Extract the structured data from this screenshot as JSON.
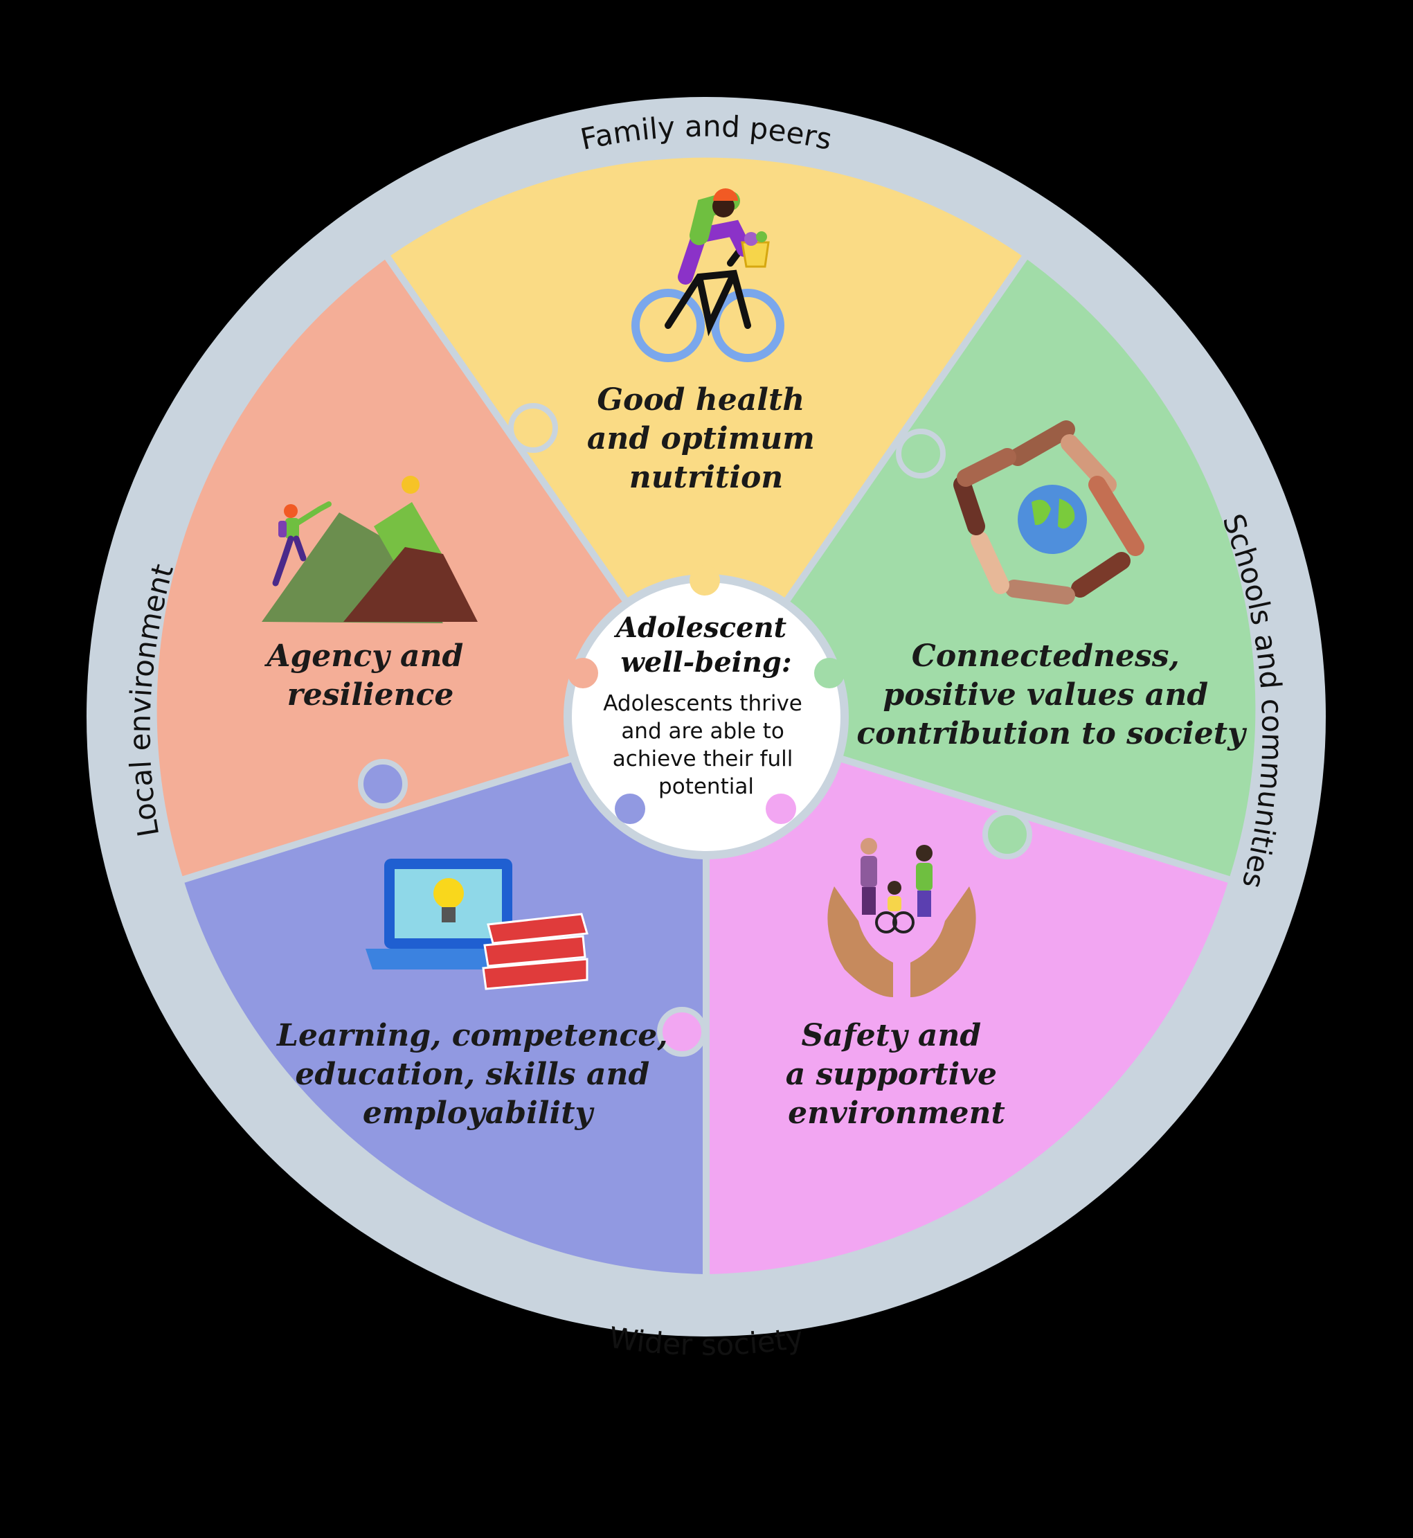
{
  "diagram": {
    "ring_labels": {
      "top": "Family and peers",
      "right": "Schools and communities",
      "bottom": "Wider society",
      "left": "Local environment"
    },
    "segments": [
      {
        "id": "health",
        "lines": [
          "Good health",
          "and optimum",
          "nutrition"
        ],
        "color": "#fadb85",
        "icon": "cyclist-icon"
      },
      {
        "id": "connectedness",
        "lines": [
          "Connectedness,",
          "positive values and",
          "contribution to society"
        ],
        "color": "#a1dca8",
        "icon": "joined-hands-globe-icon"
      },
      {
        "id": "safety",
        "lines": [
          "Safety and",
          "a supportive",
          "environment"
        ],
        "color": "#f2a6f2",
        "icon": "caring-hands-people-icon"
      },
      {
        "id": "learning",
        "lines": [
          "Learning, competence,",
          "education, skills and",
          "employability"
        ],
        "color": "#9199e1",
        "icon": "laptop-books-icon"
      },
      {
        "id": "agency",
        "lines": [
          "Agency and",
          "resilience"
        ],
        "color": "#f4ae97",
        "icon": "mountain-climber-icon"
      }
    ],
    "center": {
      "title_lines": [
        "Adolescent",
        "well-being:"
      ],
      "body_lines": [
        "Adolescents thrive",
        "and are able to",
        "achieve their full",
        "potential"
      ]
    },
    "colors": {
      "ring": "#c9d4de",
      "separator": "#c9d4de",
      "center_fill": "#ffffff",
      "background": "#000000"
    }
  }
}
